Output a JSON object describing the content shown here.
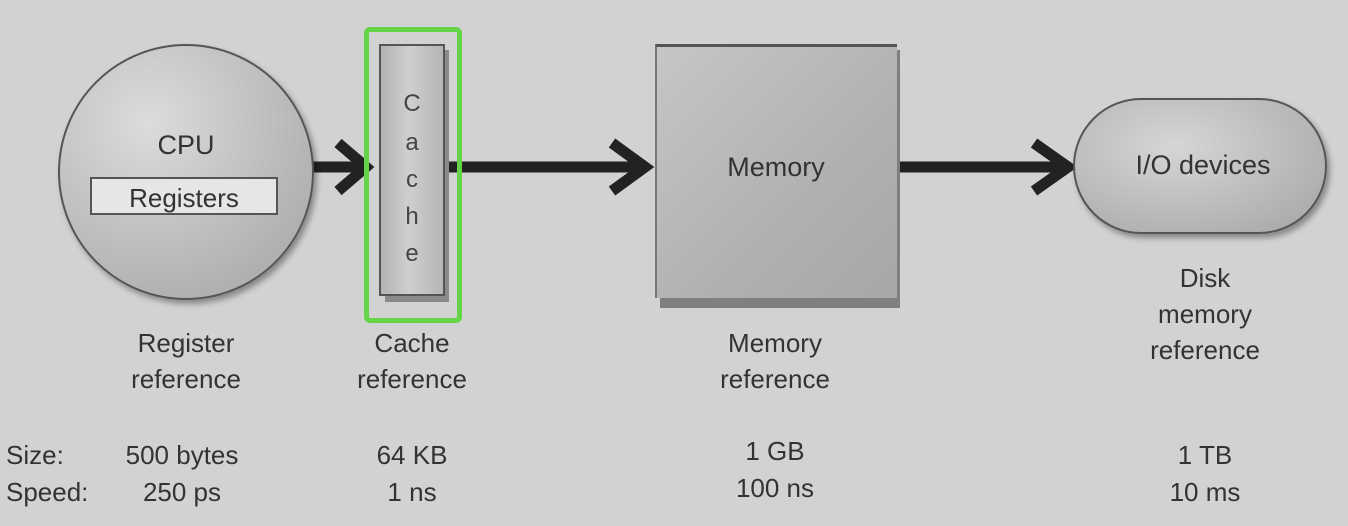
{
  "nodes": {
    "cpu": {
      "label": "CPU",
      "inner": "Registers",
      "reference": [
        "Register",
        "reference"
      ],
      "size": "500 bytes",
      "speed": "250 ps"
    },
    "cache": {
      "letters": [
        "C",
        "a",
        "c",
        "h",
        "e"
      ],
      "reference": [
        "Cache",
        "reference"
      ],
      "size": "64 KB",
      "speed": "1 ns"
    },
    "memory": {
      "label": "Memory",
      "reference": [
        "Memory",
        "reference"
      ],
      "size": "1 GB",
      "speed": "100 ns"
    },
    "io": {
      "label": "I/O devices",
      "reference": [
        "Disk",
        "memory",
        "reference"
      ],
      "size": "1 TB",
      "speed": "10 ms"
    }
  },
  "row_labels": {
    "size": "Size:",
    "speed": "Speed:"
  },
  "colors": {
    "background": "#d2d2d2",
    "highlight": "#63d547",
    "arrow": "#222222"
  }
}
